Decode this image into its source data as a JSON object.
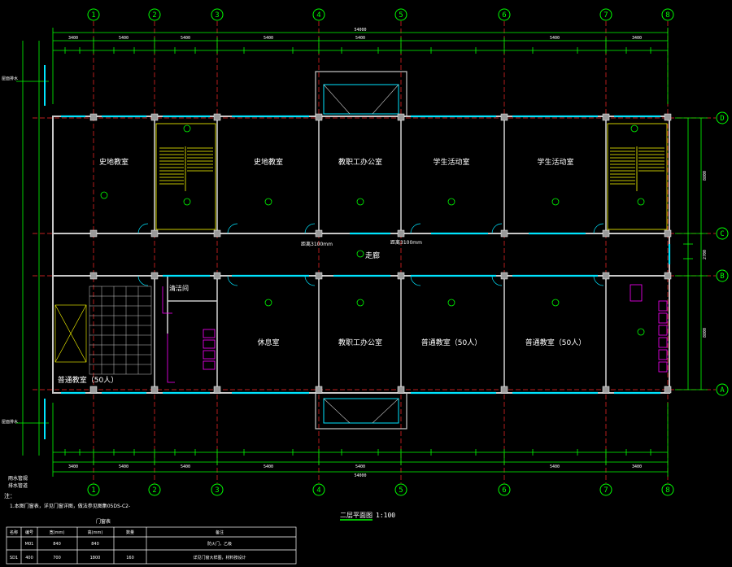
{
  "colors": {
    "background": "#000000",
    "wall": "#c8c8c8",
    "dimension": "#00ff00",
    "axis": "#ff2a2a",
    "window": "#00e5ff",
    "text": "#ffffff",
    "stair": "#ffff00",
    "toilet": "#ff00ff"
  },
  "axes": {
    "columns": [
      "1",
      "2",
      "3",
      "4",
      "5",
      "6",
      "7",
      "8"
    ],
    "rows": [
      "D",
      "C",
      "B",
      "A"
    ]
  },
  "dimensions": {
    "overall": "54000",
    "top_bays": [
      "3400",
      "5400",
      "5400",
      "5400",
      "5400",
      "5400",
      "3400"
    ],
    "bottom_bays": [
      "3400",
      "5400",
      "5400",
      "5400",
      "5400",
      "5400",
      "3400"
    ],
    "right_spans": [
      "8800",
      "2700",
      "8800"
    ],
    "corridor_note_1": "距离3100mm",
    "corridor_note_2": "距离3100mm"
  },
  "rooms": {
    "upper_1": "史地教室",
    "upper_2": "史地教室",
    "upper_3": "教职工办公室",
    "upper_4": "学生活动室",
    "upper_5": "学生活动室",
    "corridor": "走廊",
    "lower_1": "普通教室（50人）",
    "lower_2": "休息室",
    "lower_3": "教职工办公室",
    "lower_4": "普通教室（50人）",
    "lower_5": "普通教室（50人）",
    "cleaning": "清洁间"
  },
  "notes": {
    "left_label": "屋面排水",
    "bottom_left_1": "雨水管规",
    "bottom_left_2": "排水管道",
    "general_title": "注：",
    "general_1": "1.本图门窗表，详见门窗详图，做法参见图集05DS-C2-"
  },
  "drawing_title": "二层平面图",
  "scale": "1:100",
  "door_table": {
    "title": "门窗表",
    "headers": [
      "名称",
      "编号",
      "宽(mm)",
      "高(mm)",
      "数量",
      "备注"
    ],
    "rows": [
      [
        "",
        "M01",
        "840",
        "840",
        "",
        "防火门，乙级"
      ],
      [
        "SD1",
        "400",
        "700",
        "1800",
        "160",
        "详见门窗大样图，材料按设计"
      ]
    ]
  }
}
